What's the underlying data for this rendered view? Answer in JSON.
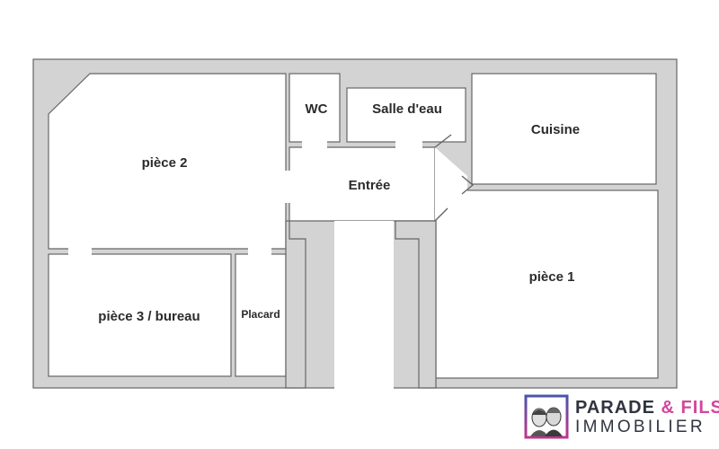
{
  "colors": {
    "wall_fill": "#d3d3d3",
    "wall_stroke": "#666666",
    "room_fill": "#ffffff",
    "label_text": "#2b2b2b",
    "brand_text": "#2f3440",
    "brand_accent": "#d0489a",
    "brand_frame_top": "#4b55a8",
    "brand_frame_bottom": "#c0368c"
  },
  "rooms": {
    "wc": "WC",
    "salle_deau": "Salle d'eau",
    "cuisine": "Cuisine",
    "piece2": "pièce 2",
    "entree": "Entrée",
    "piece1": "pièce 1",
    "piece3": "pièce 3 / bureau",
    "placard": "Placard"
  },
  "brand": {
    "name_part1": "PARADE",
    "ampersand": "&",
    "name_part2": "FILS",
    "subtitle": "IMMOBILIER",
    "logo_icon": "two-faces-portrait-icon"
  }
}
